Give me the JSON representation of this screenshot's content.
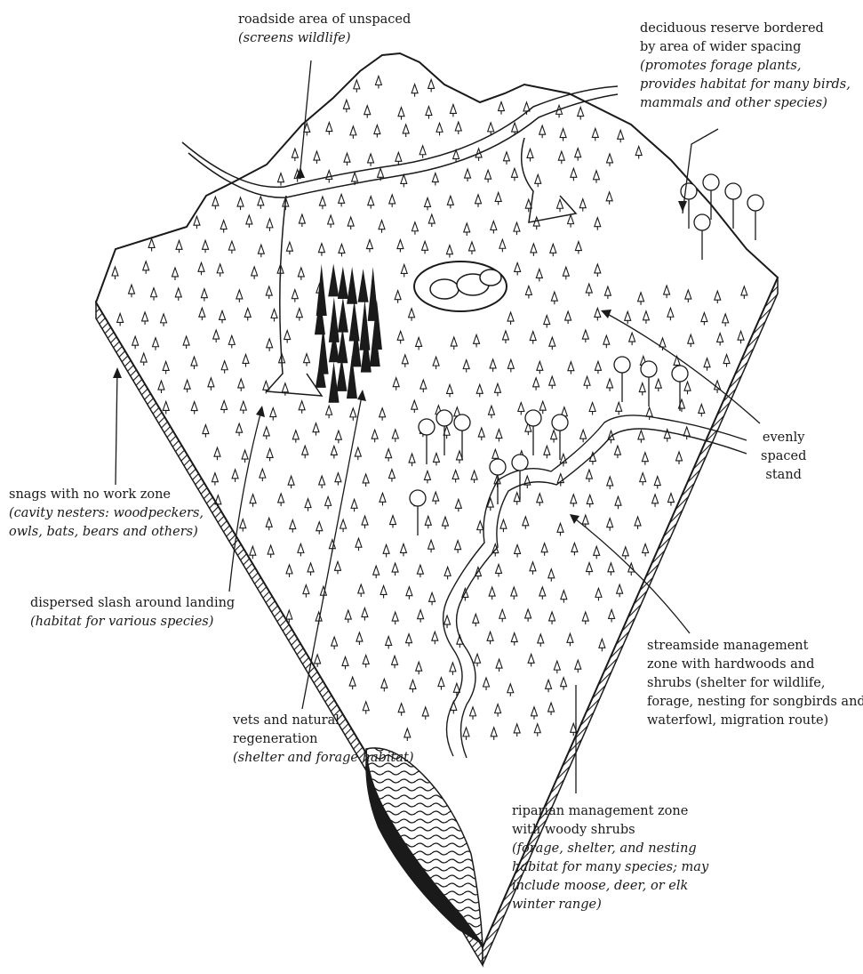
{
  "labels": {
    "roadside": {
      "title": [
        "roadside area of unspaced"
      ],
      "note": [
        "(screens wildlife)"
      ]
    },
    "deciduous": {
      "title": [
        "deciduous reserve bordered",
        "by area of wider spacing"
      ],
      "note": [
        "(promotes forage plants,",
        "provides habitat for many birds,",
        "mammals and other species)"
      ]
    },
    "snags": {
      "title": [
        "snags with no work zone"
      ],
      "note": [
        "(cavity nesters: woodpeckers,",
        "owls, bats, bears and others)"
      ]
    },
    "slash": {
      "title": [
        "dispersed slash around landing"
      ],
      "note": [
        "(habitat for various species)"
      ]
    },
    "vets": {
      "title": [
        "vets and natural",
        "regeneration"
      ],
      "note": [
        "(shelter and forage habitat)"
      ]
    },
    "evenly": {
      "title": [
        "evenly",
        "spaced",
        "stand"
      ],
      "note": []
    },
    "streamside": {
      "title": [
        "streamside management",
        "zone with hardwoods and",
        "shrubs (shelter for wildlife,",
        "forage, nesting for songbirds and",
        "waterfowl, migration route)"
      ],
      "note": []
    },
    "riparian": {
      "title": [
        "riparian management zone",
        "with woody shrubs"
      ],
      "note": [
        "(forage, shelter, and nesting",
        "habitat for many species; may",
        "include moose, deer, or elk",
        "winter range)"
      ]
    }
  },
  "colors": {
    "ink": "#1a1a1a",
    "paper": "#ffffff",
    "water": "#1a1a1a"
  }
}
